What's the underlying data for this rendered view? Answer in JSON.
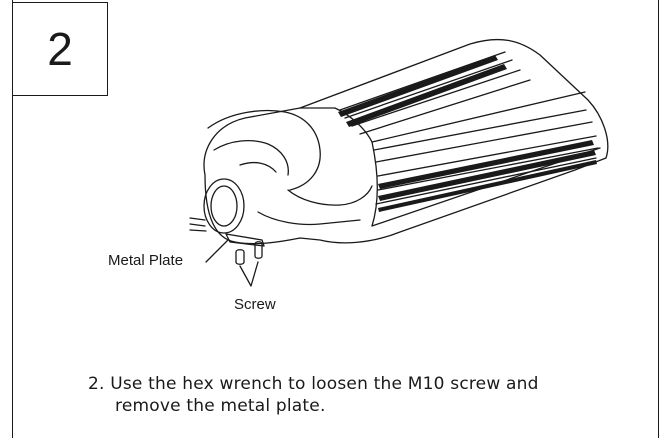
{
  "step": {
    "number": "2"
  },
  "labels": {
    "metal_plate": "Metal Plate",
    "screw": "Screw"
  },
  "instructions": {
    "line1": "2. Use the hex wrench to loosen the M10 screw and",
    "line2": "remove the metal plate."
  }
}
